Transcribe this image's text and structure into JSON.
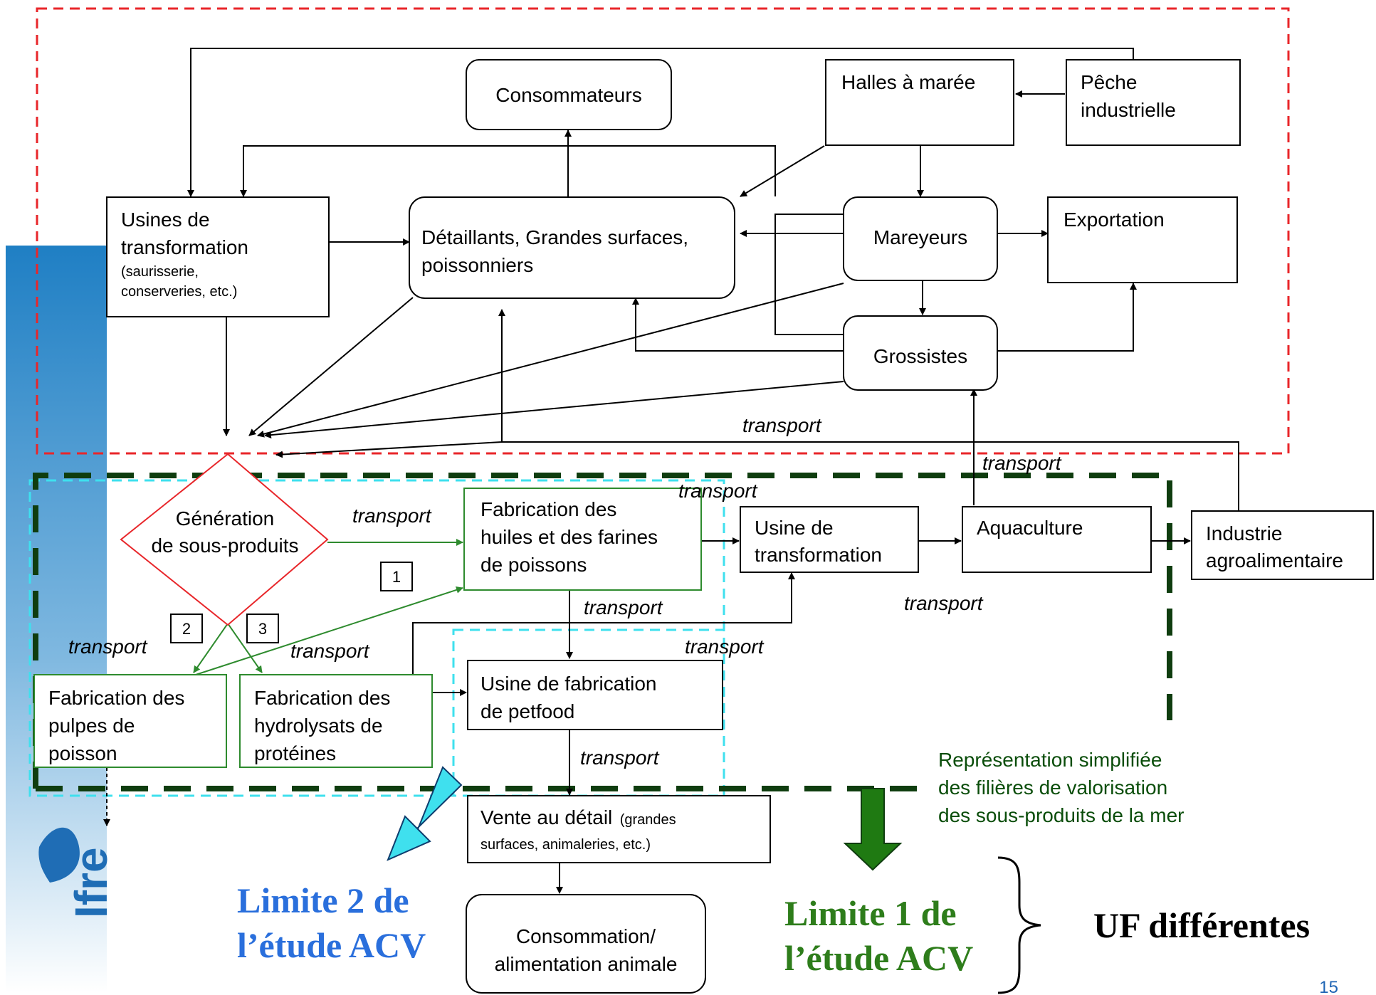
{
  "nodes": {
    "consommateurs": "Consommateurs",
    "halles": "Halles à marée",
    "peche": [
      "Pêche",
      "industrielle"
    ],
    "usines": [
      "Usines de",
      "transformation"
    ],
    "usines_sub": [
      "(saurisserie,",
      "conserveries, etc.)"
    ],
    "detaillants": [
      "Détaillants, Grandes surfaces,",
      "poissonniers"
    ],
    "mareyeurs": "Mareyeurs",
    "exportation": "Exportation",
    "grossistes": "Grossistes",
    "generation": [
      "Génération",
      "de sous-produits"
    ],
    "huiles": [
      "Fabrication des",
      "huiles et des farines",
      "de poissons"
    ],
    "usine_transfo": [
      "Usine de",
      "transformation"
    ],
    "aquaculture": "Aquaculture",
    "industrie": [
      "Industrie",
      "agroalimentaire"
    ],
    "pulpes": [
      "Fabrication des",
      "pulpes de",
      "poisson"
    ],
    "hydrolysats": [
      "Fabrication des",
      "hydrolysats de",
      "protéines"
    ],
    "petfood": [
      "Usine de fabrication",
      "de petfood"
    ],
    "vente": "Vente au détail",
    "vente_sub": [
      "(grandes",
      "surfaces, animaleries, etc.)"
    ],
    "consommation": [
      "Consommation/",
      "alimentation animale"
    ]
  },
  "transport_label": "transport",
  "numbers": [
    "1",
    "2",
    "3"
  ],
  "legend": [
    "Représentation simplifiée",
    "des filières de valorisation",
    "des sous-produits de la mer"
  ],
  "limite2": [
    "Limite 2 de",
    "l’étude ACV"
  ],
  "limite1": [
    "Limite 1 de",
    "l’étude ACV"
  ],
  "uf": "UF différentes",
  "page_number": "15",
  "logo_text": "Ifre",
  "colors": {
    "red_boundary": "#e8262a",
    "green_boundary": "#0f3d0f",
    "cyan_boundary": "#3fe0ee",
    "green_flow": "#2e8b2e",
    "diamond": "#e8262a",
    "limite2": "#2a6fdc",
    "limite1": "#2e7d1b",
    "cyan_arrow": "#3fe0ee",
    "green_arrow": "#1f7a12",
    "sidebar": "#1f6db5"
  }
}
